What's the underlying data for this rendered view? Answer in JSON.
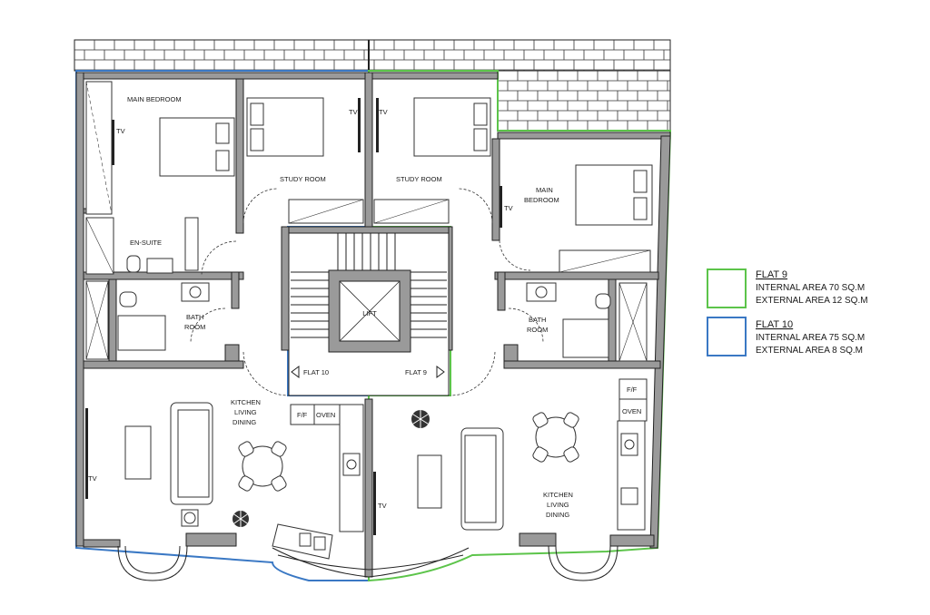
{
  "colors": {
    "flat9": "#5cc44a",
    "flat10": "#3a78c4",
    "wall": "#9a9a9a",
    "ink": "#1a1a1a"
  },
  "rooms": {
    "main_bedroom_left": "MAIN BEDROOM",
    "tv_left_bed": "TV",
    "study_left": "STUDY ROOM",
    "tv_study_left": "TV",
    "tv_study_right": "TV",
    "study_right": "STUDY ROOM",
    "main_bedroom_right_1": "MAIN",
    "main_bedroom_right_2": "BEDROOM",
    "tv_right_bed": "TV",
    "ensuite": "EN-SUITE",
    "bath_left_1": "BATH",
    "bath_left_2": "ROOM",
    "bath_right_1": "BATH",
    "bath_right_2": "ROOM",
    "lift": "LIFT",
    "flat10_arrow": "FLAT 10",
    "flat9_arrow": "FLAT 9",
    "kld_left_1": "KITCHEN",
    "kld_left_2": "LIVING",
    "kld_left_3": "DINING",
    "ff_left": "F/F",
    "oven_left": "OVEN",
    "tv_living_left": "TV",
    "tv_living_right": "TV",
    "kld_right_1": "KITCHEN",
    "kld_right_2": "LIVING",
    "kld_right_3": "DINING",
    "ff_right": "F/F",
    "oven_right": "OVEN"
  },
  "legend": [
    {
      "title": "FLAT 9",
      "line1": "INTERNAL AREA 70 SQ.M",
      "line2": "EXTERNAL AREA 12 SQ.M",
      "color": "#5cc44a"
    },
    {
      "title": "FLAT 10",
      "line1": "INTERNAL AREA 75 SQ.M",
      "line2": "EXTERNAL AREA 8 SQ.M",
      "color": "#3a78c4"
    }
  ]
}
